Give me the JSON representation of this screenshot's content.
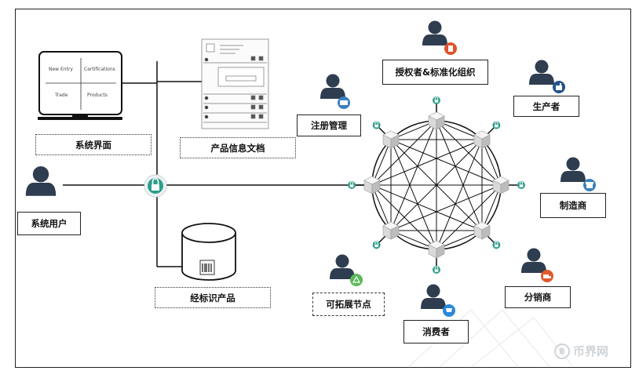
{
  "labels": {
    "system_ui": "系统界面",
    "product_doc": "产品信息文档",
    "system_user": "系统用户",
    "labeled_product": "经标识产品",
    "registration": "注册管理",
    "authority": "授权者&标准化组织",
    "producer": "生产者",
    "manufacturer": "制造商",
    "distributor": "分销商",
    "consumer": "消费者",
    "extensible_node": "可拓展节点"
  },
  "monitor": {
    "cell_1": "New Entry",
    "cell_2": "Certifications",
    "cell_3": "Trade",
    "cell_4": "Products"
  },
  "watermark": {
    "text": "币界网",
    "glyph": "฿"
  },
  "colors": {
    "person": "#2e3d4f",
    "lock": "#2f9e8a",
    "node_light": "#f2f2f2",
    "node_shade": "#c8c8c8"
  }
}
